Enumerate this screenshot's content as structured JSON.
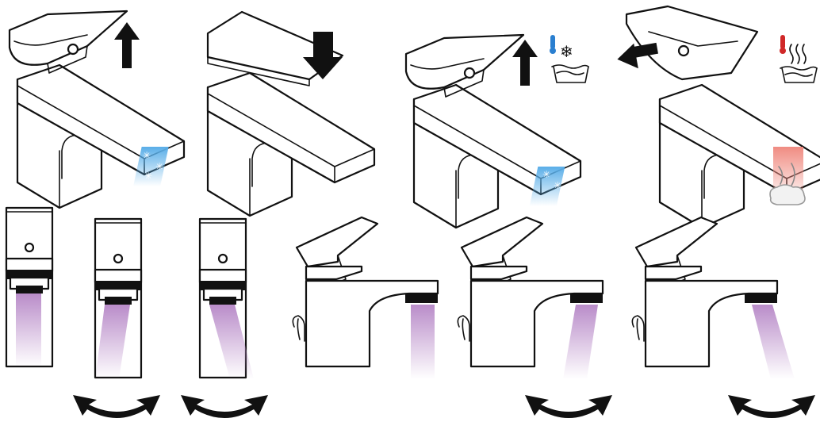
{
  "colors": {
    "outline": "#111111",
    "background": "#ffffff",
    "cold_water": "#5aaee8",
    "hot_water": "#f08c82",
    "mixed_water": "#b98cc9",
    "cold_thermometer": "#2a7fd0",
    "hot_thermometer": "#d02828",
    "snowflake": "#ffffff"
  },
  "icons": {
    "lever_up_arrow": "arrow-up-icon",
    "lever_down_arrow": "arrow-down-icon",
    "lever_left_arrow": "arrow-left-icon",
    "swivel_arrow": "curved-double-arrow-icon",
    "cold_symbol": "cold-water-symbol-icon",
    "hot_symbol": "hot-water-symbol-icon"
  },
  "top_row": [
    {
      "panel": "open",
      "water": "cold"
    },
    {
      "panel": "close",
      "water": "none"
    },
    {
      "panel": "cold",
      "water": "cold"
    },
    {
      "panel": "hot",
      "water": "hot"
    }
  ],
  "bottom_row": [
    {
      "view": "front",
      "swivel": "center"
    },
    {
      "view": "front",
      "swivel": "left"
    },
    {
      "view": "front",
      "swivel": "right"
    },
    {
      "view": "side",
      "swivel": "center"
    },
    {
      "view": "side",
      "swivel": "right"
    },
    {
      "view": "side",
      "swivel": "far-right"
    }
  ]
}
